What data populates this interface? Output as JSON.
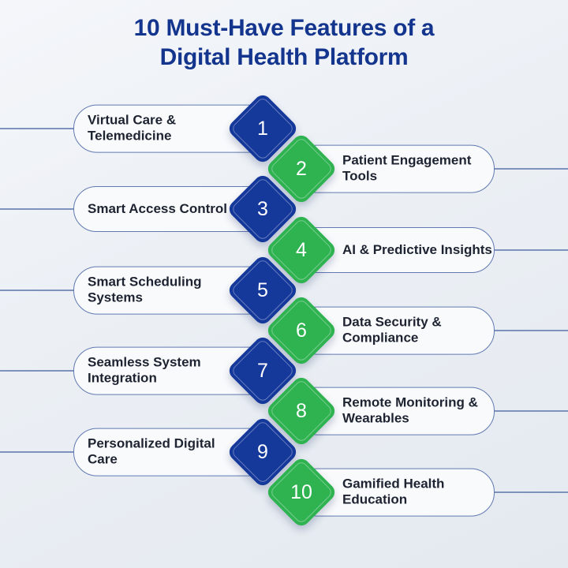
{
  "title_lines": [
    "10 Must-Have Features of a",
    "Digital Health Platform"
  ],
  "colors": {
    "title": "#14358E",
    "blue_diamond": "#15389B",
    "green_diamond": "#2FB351",
    "pill_border": "#6079B0",
    "pill_bg": "#F9FAFC",
    "label_text": "#1D2330",
    "connector": "#7D92BD",
    "number_text": "#FFFFFF"
  },
  "features": [
    {
      "num": "1",
      "lines": [
        "Virtual Care &",
        "Telemedicine"
      ],
      "side": "left",
      "color": "blue"
    },
    {
      "num": "2",
      "lines": [
        "Patient Engagement",
        "Tools"
      ],
      "side": "right",
      "color": "green"
    },
    {
      "num": "3",
      "lines": [
        "Smart Access Control"
      ],
      "side": "left",
      "color": "blue"
    },
    {
      "num": "4",
      "lines": [
        "AI & Predictive Insights"
      ],
      "side": "right",
      "color": "green"
    },
    {
      "num": "5",
      "lines": [
        "Smart Scheduling",
        "Systems"
      ],
      "side": "left",
      "color": "blue"
    },
    {
      "num": "6",
      "lines": [
        "Data Security &",
        "Compliance"
      ],
      "side": "right",
      "color": "green"
    },
    {
      "num": "7",
      "lines": [
        "Seamless System",
        "Integration"
      ],
      "side": "left",
      "color": "blue"
    },
    {
      "num": "8",
      "lines": [
        "Remote Monitoring &",
        "Wearables"
      ],
      "side": "right",
      "color": "green"
    },
    {
      "num": "9",
      "lines": [
        "Personalized Digital",
        "Care"
      ],
      "side": "left",
      "color": "blue"
    },
    {
      "num": "10",
      "lines": [
        "Gamified Health",
        "Education"
      ],
      "side": "right",
      "color": "green"
    }
  ]
}
